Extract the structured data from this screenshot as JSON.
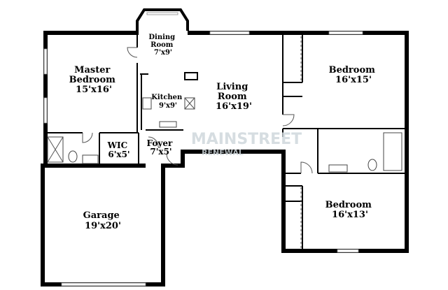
{
  "rooms": [
    {
      "id": "master-bedroom",
      "lines": [
        "Master",
        "Bedroom",
        "15'x16'"
      ]
    },
    {
      "id": "dining-room",
      "lines": [
        "Dining",
        "Room",
        "7'x9'"
      ]
    },
    {
      "id": "kitchen",
      "lines": [
        "Kitchen",
        "9'x9'"
      ]
    },
    {
      "id": "living-room",
      "lines": [
        "Living",
        "Room",
        "16'x19'"
      ]
    },
    {
      "id": "bedroom-east",
      "lines": [
        "Bedroom",
        "16'x15'"
      ]
    },
    {
      "id": "wic",
      "lines": [
        "WIC",
        "6'x5'"
      ]
    },
    {
      "id": "foyer",
      "lines": [
        "Foyer",
        "7'x5'"
      ]
    },
    {
      "id": "garage",
      "lines": [
        "Garage",
        "19'x20'"
      ]
    },
    {
      "id": "bedroom-southeast",
      "lines": [
        "Bedroom",
        "16'x13'"
      ]
    }
  ],
  "watermark": {
    "brand": "MAINSTREET",
    "sub": "RENEWAL"
  },
  "colors": {
    "wall": "#000000",
    "background": "#ffffff",
    "watermark": "#cfd8dc"
  }
}
